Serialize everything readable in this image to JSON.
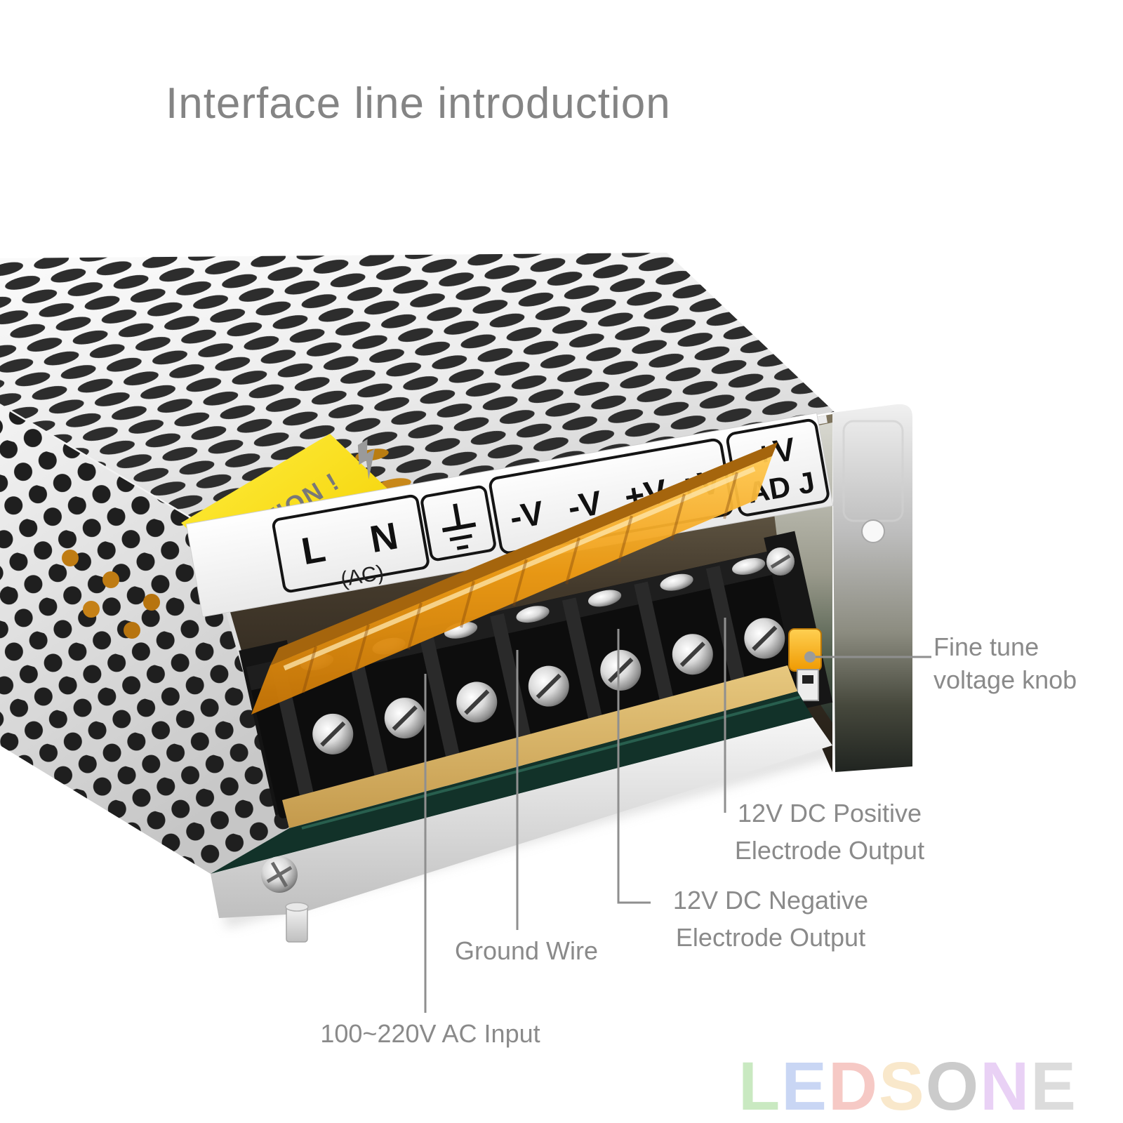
{
  "title": "Interface line introduction",
  "device": {
    "caution_sticker": {
      "text": "CAUTION !",
      "icon": "lightning-bolt-icon",
      "color": "#f7dc00"
    },
    "terminal_panel": {
      "live_label": "L",
      "neutral_label": "N",
      "ac_label": "(AC)",
      "ground_icon": "earth-ground-icon",
      "output_labels": [
        "-V",
        "-V",
        "+V",
        "+V"
      ],
      "adj_label_line1": "+V",
      "adj_label_line2": "AD J"
    },
    "fine_tune_knob_color": "#f5a800"
  },
  "annotations": {
    "fine_tune": {
      "line1": "Fine tune",
      "line2": "voltage knob"
    },
    "positive": {
      "line1": "12V DC Positive",
      "line2": "Electrode Output"
    },
    "negative": {
      "line1": "12V DC Negative",
      "line2": "Electrode Output"
    },
    "ground": {
      "label": "Ground Wire"
    },
    "ac_input": {
      "label": "100~220V AC Input"
    }
  },
  "watermark": {
    "text": "LEDSONE",
    "letters": [
      {
        "char": "L",
        "color": "#c9e9c1"
      },
      {
        "char": "E",
        "color": "#c9d6f4"
      },
      {
        "char": "D",
        "color": "#f6c9c5"
      },
      {
        "char": "S",
        "color": "#f9e8cb"
      },
      {
        "char": "O",
        "color": "#cbcbcb"
      },
      {
        "char": "N",
        "color": "#e9d1f5"
      },
      {
        "char": "E",
        "color": "#dcdcdc"
      }
    ]
  },
  "colors": {
    "annotation_gray": "#8a8a8a",
    "leader_line": "#8f8f8f",
    "pcb_green": "#123229",
    "cover_orange": "#e8920f",
    "case_silver": "#d5d5d5"
  }
}
